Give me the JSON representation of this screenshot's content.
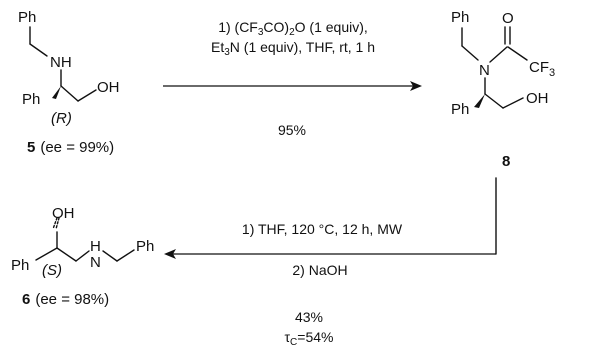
{
  "compound_5": {
    "atoms": {
      "ph_top": "Ph",
      "nh": "NH",
      "ph_left": "Ph",
      "stereo": "(R)",
      "oh": "OH"
    },
    "number": "5",
    "ee": "(ee = 99%)"
  },
  "compound_8": {
    "atoms": {
      "ph_top": "Ph",
      "n": "N",
      "o": "O",
      "cf3": "CF3",
      "ph_left": "Ph",
      "oh": "OH"
    },
    "number": "8"
  },
  "compound_6": {
    "atoms": {
      "oh": "OH",
      "ph_left": "Ph",
      "stereo": "(S)",
      "nh_n": "N",
      "nh_h": "H",
      "ph_right": "Ph"
    },
    "number": "6",
    "ee": "(ee = 98%)"
  },
  "step_1": {
    "conditions": [
      "1) (CF3CO)2O (1 equiv),",
      "Et3N (1 equiv), THF, rt, 1 h"
    ],
    "yield": "95%"
  },
  "step_2": {
    "conditions": [
      "1) THF, 120 °C, 12 h, MW",
      "2) NaOH"
    ],
    "yield": "43%",
    "tau": "τC=54%"
  },
  "colors": {
    "ink": "#111111",
    "background": "#ffffff"
  }
}
